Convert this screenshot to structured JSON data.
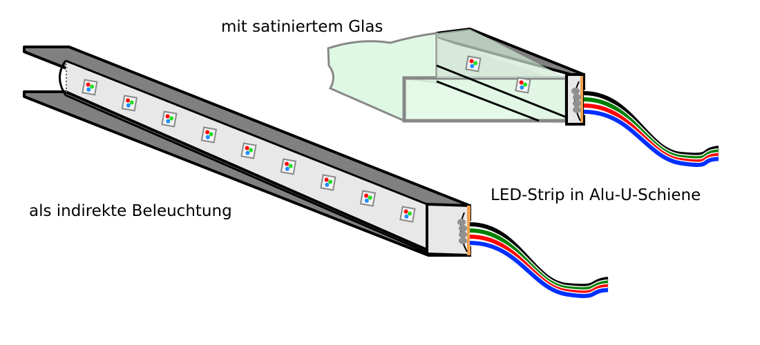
{
  "labels": {
    "glass": "mit satiniertem Glas",
    "indirect": "als indirekte Beleuchtung",
    "strip": "LED-Strip in Alu-U-Schiene"
  },
  "colors": {
    "rail": "#808080",
    "strip": "#e8e8e8",
    "glass": "#dff8e4",
    "glass_edge": "#888888",
    "wire_black": "#000000",
    "wire_green": "#008000",
    "wire_red": "#ff0000",
    "wire_blue": "#0030ff",
    "led_red": "#ff0000",
    "led_green": "#22dd22",
    "led_blue": "#1e90ff",
    "end_cap": "#f0a050"
  },
  "diagrams": [
    {
      "name": "indirect-lighting-rail",
      "led_count": 9,
      "wires": [
        "black",
        "green",
        "red",
        "blue"
      ]
    },
    {
      "name": "glass-covered-rail",
      "led_count": 2,
      "wires": [
        "black",
        "green",
        "red",
        "blue"
      ]
    }
  ]
}
